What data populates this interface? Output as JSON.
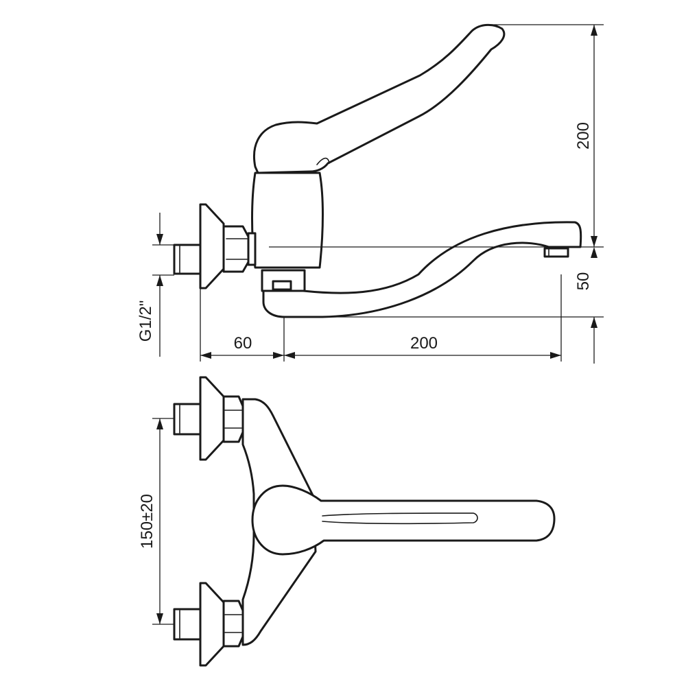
{
  "dimensions": {
    "height_total": "200",
    "spout_drop": "50",
    "thread": "G1/2\"",
    "wall_offset": "60",
    "spout_reach": "200",
    "inlet_spacing": "150±20"
  }
}
